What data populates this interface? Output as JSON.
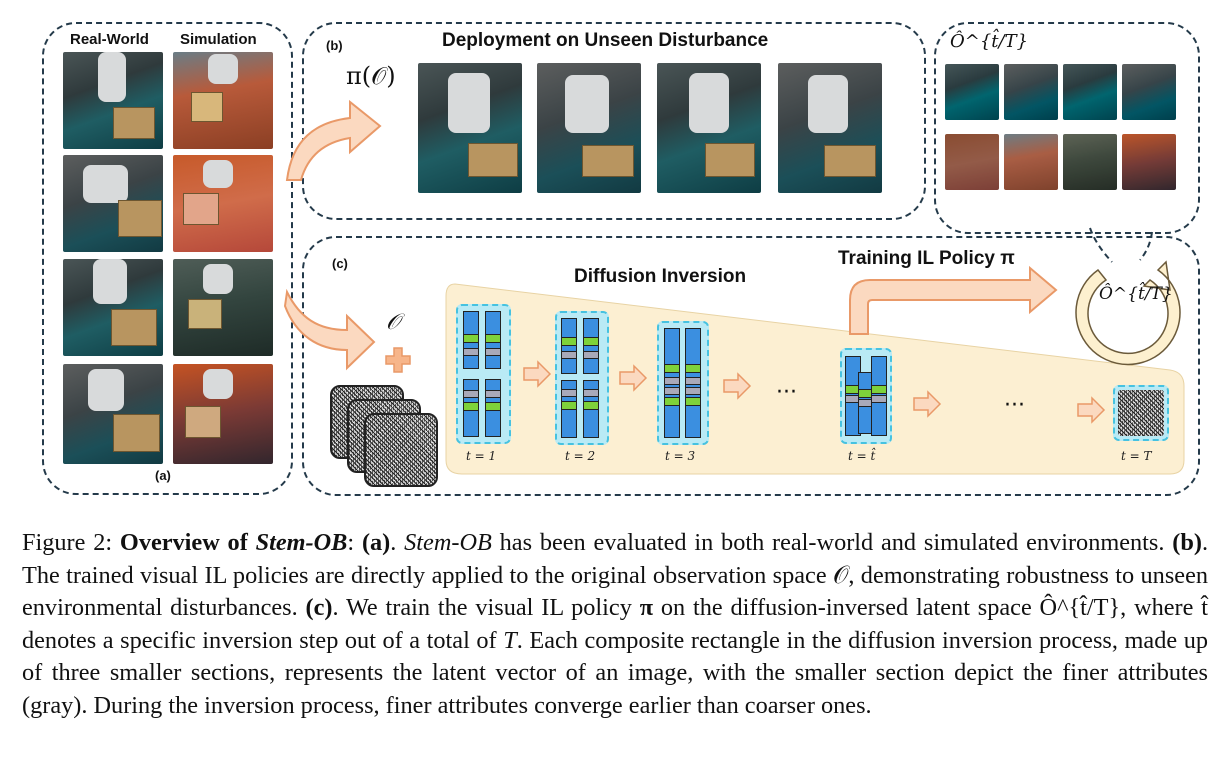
{
  "panel_a": {
    "col_real": "Real-World",
    "col_sim": "Simulation",
    "label": "(a)"
  },
  "panel_b": {
    "label": "(b)",
    "title": "Deployment on Unseen Disturbance",
    "policy": "π(𝒪)"
  },
  "panel_top_right": {
    "label": "Ô^{t̂/T}"
  },
  "panel_c": {
    "label": "(c)",
    "title": "Diffusion Inversion",
    "training_title": "Training IL Policy π",
    "obs_symbol": "𝒪",
    "loop_label": "Ô^{t̂/T}",
    "ellipsis": "···",
    "steps": [
      "t = 1",
      "t = 2",
      "t = 3",
      "t = t̂",
      "t = T"
    ]
  },
  "colors": {
    "latent_blue": "#3b8fe0",
    "latent_green": "#7ed23a",
    "latent_gray": "#a9a9b9",
    "arrow_fill": "#fbd9c0",
    "arrow_stroke": "#e99968",
    "band_fill": "#fcefd2"
  },
  "caption": {
    "fig": "Figure 2:",
    "bold_title_pre": "Overview of ",
    "bold_title_name": "Stem-OB",
    "t1": ": ",
    "a": "(a)",
    "t2": ". ",
    "stem": "Stem-OB",
    "t3": " has been evaluated in both real-world and simulated environments. ",
    "b": "(b)",
    "t4": ". The trained visual IL policies are directly applied to the original observation space 𝒪, demonstrating robustness to unseen environmental disturbances. ",
    "c": "(c)",
    "t5": ". We train the visual IL policy ",
    "pi": "π",
    "t6": " on the diffusion-inversed latent space Ô^{t̂/T}, where t̂ denotes a specific inversion step out of a total of ",
    "T": "T",
    "t7": ". Each composite rectangle in the diffusion inversion process, made up of three smaller sections, represents the latent vector of an image, with the smaller section depict the finer attributes (gray). During the inversion process, finer attributes converge earlier than coarser ones."
  }
}
